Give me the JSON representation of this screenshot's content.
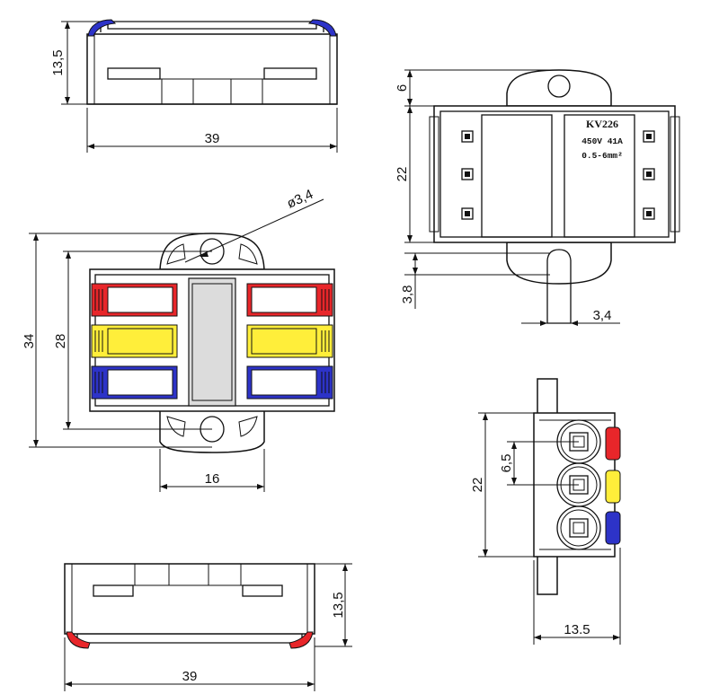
{
  "colors": {
    "lever_red": "#e8262a",
    "lever_yellow": "#ffee3a",
    "lever_blue": "#2d33c8",
    "outline": "#111111",
    "body_fill": "#ffffff",
    "insert_fill": "#dcdcdc"
  },
  "dimensions": {
    "top_view_height": "13,5",
    "top_view_width": "39",
    "front_total_height": "34",
    "front_body_height": "28",
    "hole_diameter": "ø3,4",
    "tab_width": "16",
    "rear_tab_height": "6",
    "rear_body_height": "22",
    "rear_slot_height": "3,8",
    "rear_slot_width": "3,4",
    "side_height": "22",
    "side_pitch": "6,5",
    "side_depth": "13.5",
    "bottom_view_height": "13,5",
    "bottom_view_width": "39"
  },
  "label": {
    "model": "KV226",
    "rating": "450V 41A",
    "wire_range": "0.5-6mm²"
  }
}
